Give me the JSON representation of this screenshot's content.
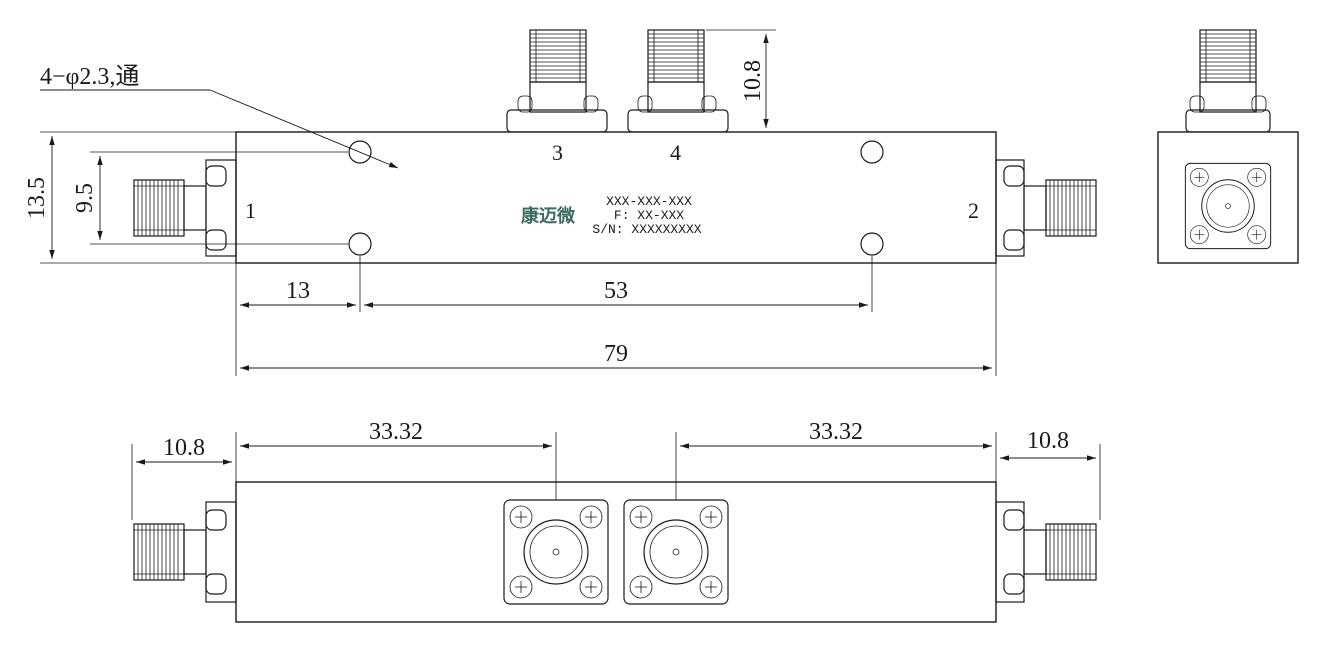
{
  "colors": {
    "line": "#1a1a1a",
    "logo": "#3d6b63",
    "background": "#ffffff"
  },
  "labels": {
    "hole_note": "4−φ2.3,通",
    "port_1": "1",
    "port_2": "2",
    "port_3": "3",
    "port_4": "4"
  },
  "nameplate": {
    "logo": "康迈微",
    "model": "XXX-XXX-XXX",
    "freq": "F: XX-XXX",
    "serial": "S/N: XXXXXXXXX"
  },
  "dimensions": {
    "height_outer": "13.5",
    "height_holes": "9.5",
    "connector_height_top": "10.8",
    "hole_offset": "13",
    "hole_spacing": "53",
    "total_length": "79",
    "side_offset_left": "10.8",
    "coupling_left": "33.32",
    "coupling_right": "33.32",
    "side_offset_right": "10.8"
  }
}
